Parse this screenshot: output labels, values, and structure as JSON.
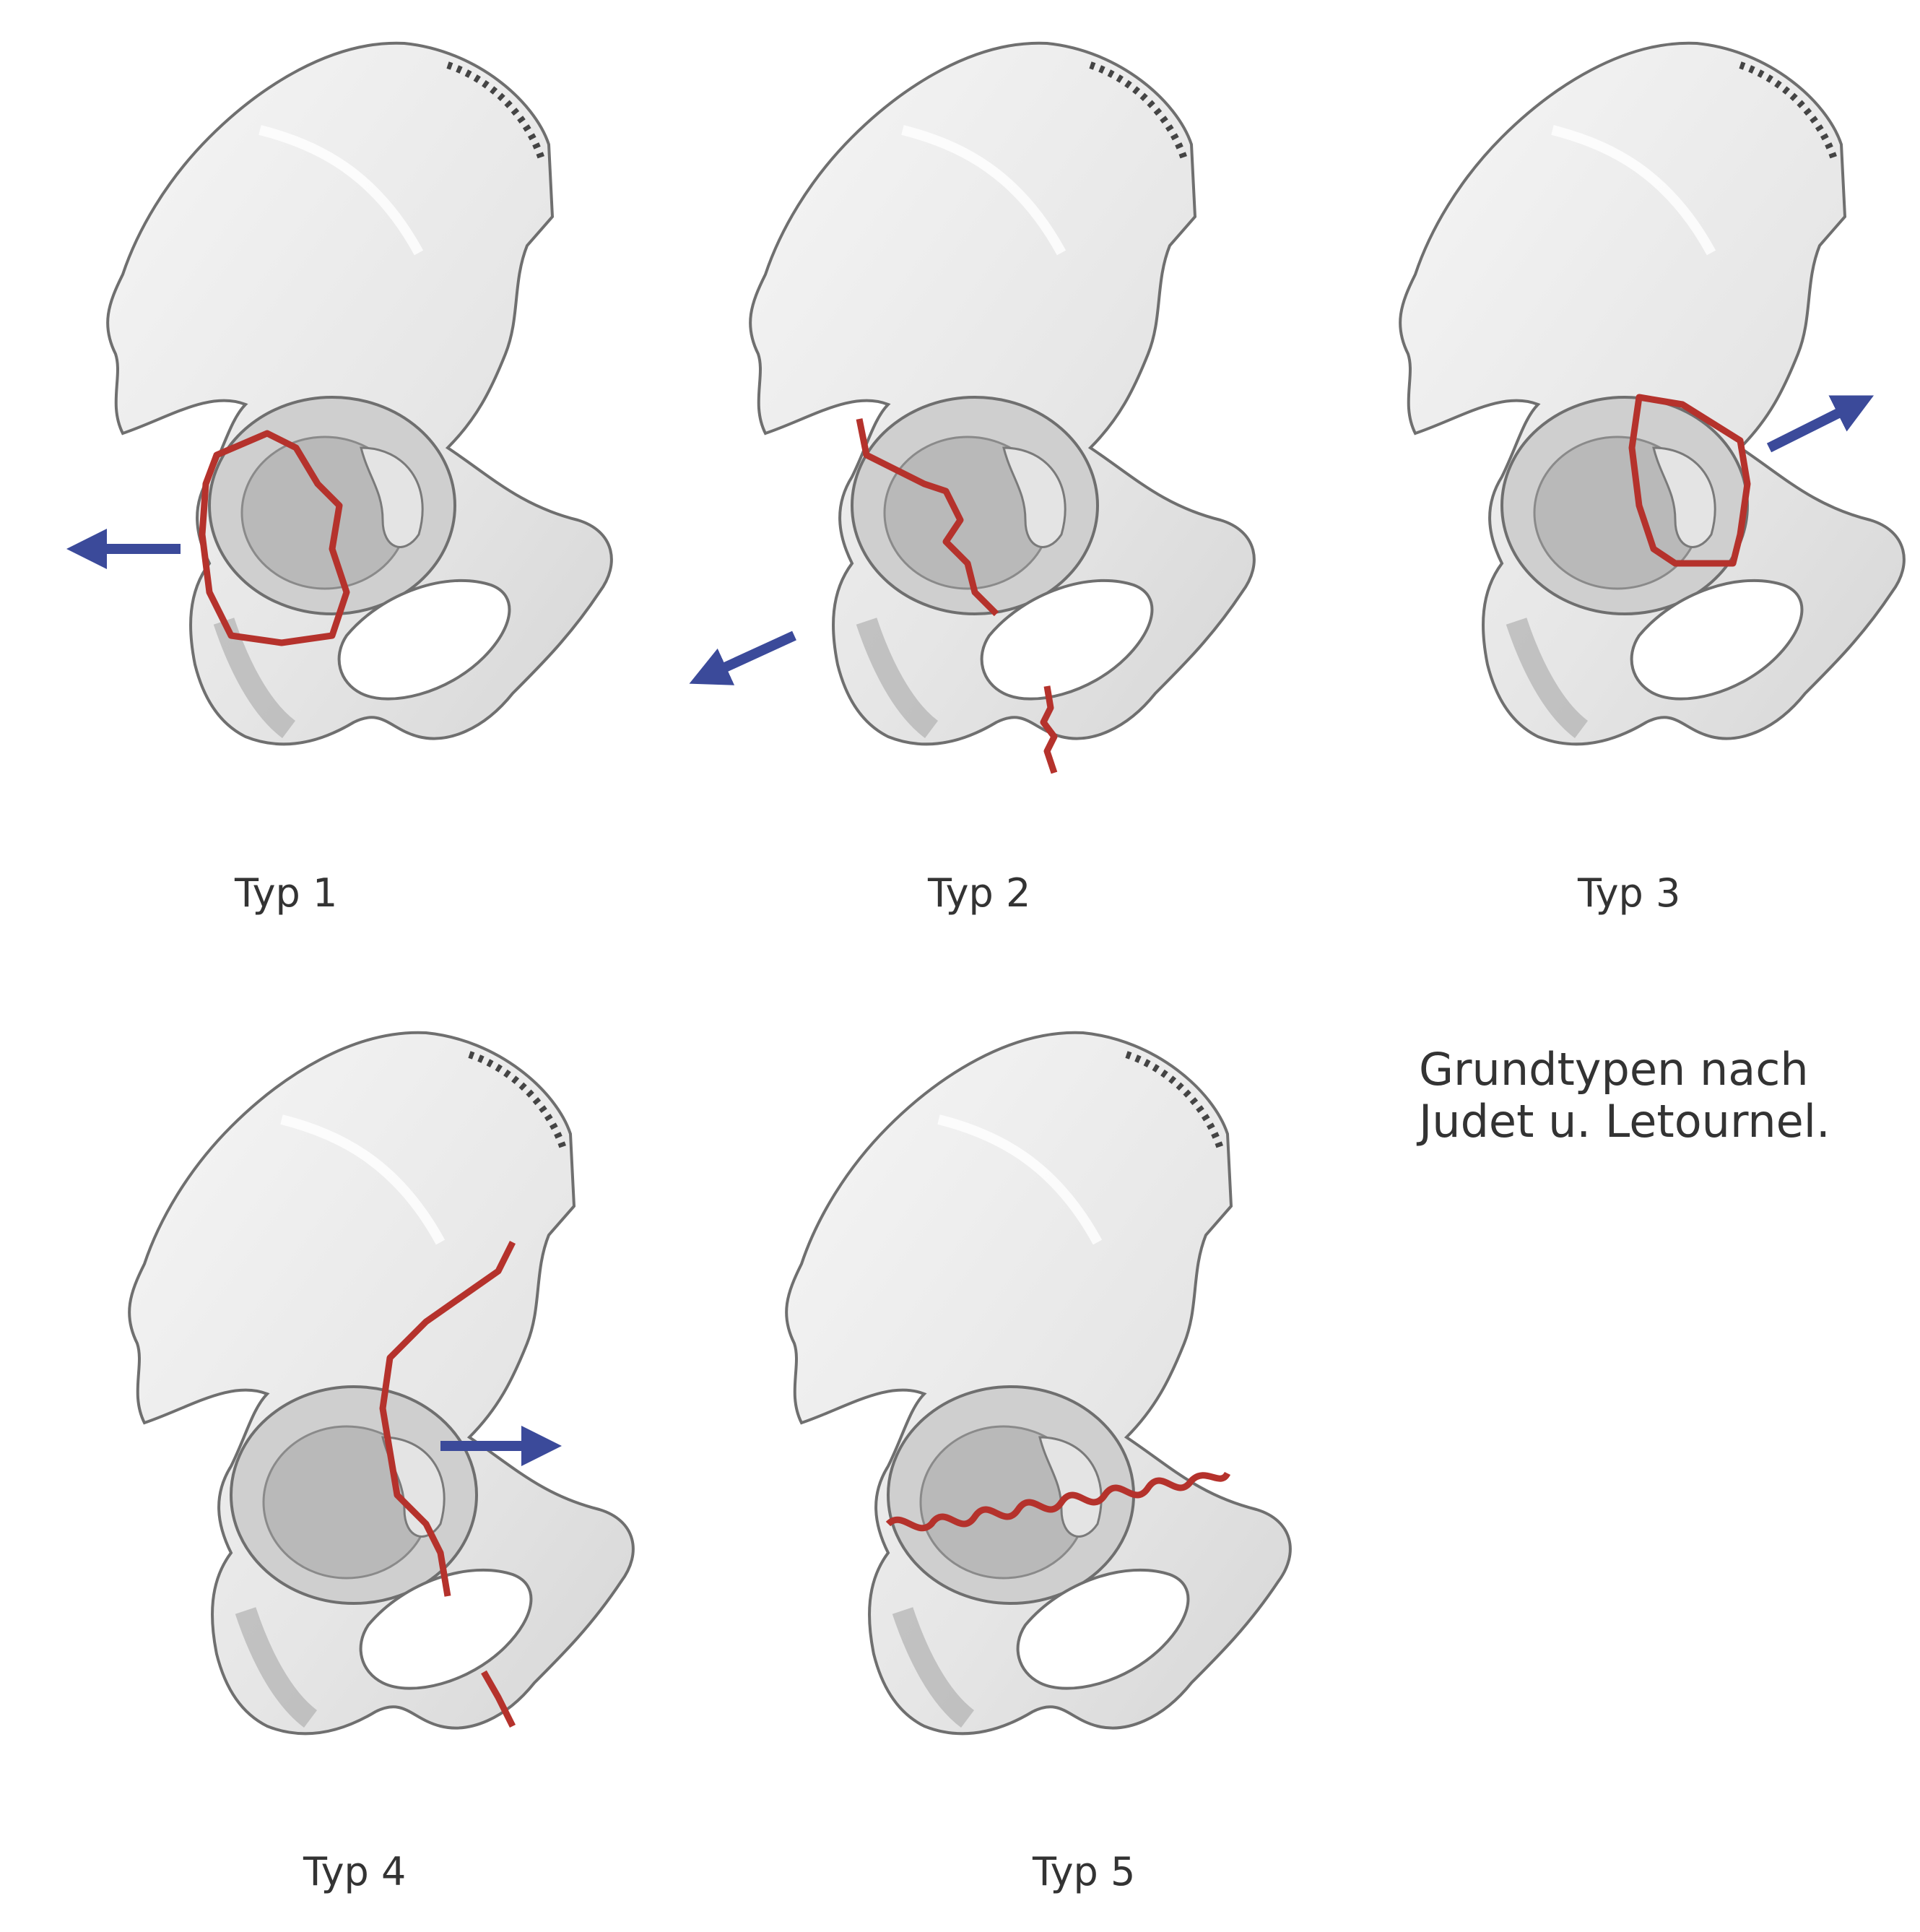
{
  "figures": [
    {
      "label": "Typ 1",
      "arrow_direction": "left"
    },
    {
      "label": "Typ 2",
      "arrow_direction": "down-left"
    },
    {
      "label": "Typ 3",
      "arrow_direction": "up-right"
    },
    {
      "label": "Typ 4",
      "arrow_direction": "right"
    },
    {
      "label": "Typ 5",
      "arrow_direction": "none"
    }
  ],
  "caption": {
    "line1": "Grundtypen nach",
    "line2": "Judet u. Letournel."
  },
  "colors": {
    "fracture_line": "#b5322c",
    "arrow": "#3b4a9a",
    "bone_fill": "#ececec",
    "bone_outline": "#6f6f6f",
    "acetabulum_shade": "#bdbdbd"
  }
}
